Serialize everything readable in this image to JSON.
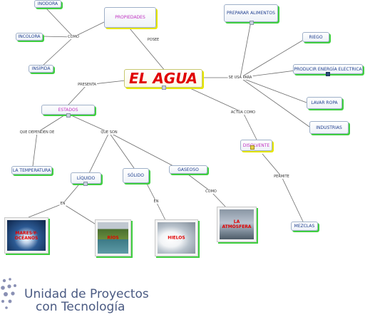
{
  "main": "EL AGUA",
  "nodes": {
    "inodora": "INODORA",
    "incolora": "INCOLORA",
    "insipida": "INSÍPIDA",
    "propiedades": "PROPIEDADES",
    "preparar": "PREPARAR ALIMENTOS",
    "riego": "RIEGO",
    "energia": "PRODUCIR ENERGÍA ELECTRICA",
    "lavar": "LAVAR ROPA",
    "industrias": "INDUSTRIAS",
    "estados": "ESTADOS",
    "disolvente": "DISOLVENTE",
    "temperatura": "LA TEMPERATURA",
    "liquido": "LÍQUIDO",
    "solido": "SÓLIDO",
    "gaseoso": "GASEOSO",
    "mezclas": "MEZCLAS"
  },
  "links": {
    "como1": "COMO",
    "posee": "POSEE",
    "se_usa": "SE USA PARA",
    "presenta": "PRESENTA",
    "actua": "ACTÚA COMO",
    "dependen": "QUE DEPENDEN DE",
    "que_son": "QUE SON",
    "en1": "EN",
    "en2": "EN",
    "como2": "COMO",
    "permite": "PERMITE"
  },
  "images": {
    "mares": "MARES-Y-OCÉANOS",
    "rios": "RÍOS",
    "hielos": "HIELOS",
    "atmosfera": "LA ATMÓSFERA"
  },
  "logo": {
    "line1": "Unidad de Proyectos",
    "line2": "con Tecnología"
  },
  "colors": {
    "shadow_green": "#3fcf3f",
    "shadow_yellow": "#e6e600",
    "main_text": "#e00000",
    "node_text": "#1f3f8f",
    "pink_text": "#c030c0"
  }
}
